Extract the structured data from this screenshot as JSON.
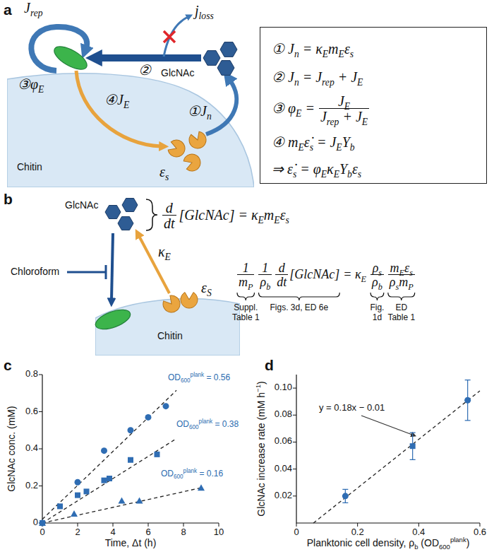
{
  "diagram": {
    "nodes": [
      {
        "text": [
          "Chitin"
        ]
      },
      {
        "text": [
          "① Jn = κEmEεs",
          "② Jn = Jrep + JE",
          "③ φE =",
          "JE",
          "Jrep + JE",
          "④ mEε̇s = JEYb",
          "⇒ ε̇s = φEκEYbεs"
        ]
      },
      {
        "text": [
          "Chitin"
        ]
      }
    ],
    "labels": [
      "a",
      "Jrep",
      "jloss",
      "②",
      "GlcNAc",
      "③φE",
      "④JE",
      "①Jn",
      "εs",
      "b",
      "GlcNAc",
      "Chloroform",
      "κE",
      "εS",
      "d",
      "dt",
      "[GlcNAc] = κEmEεs",
      "1",
      "mP",
      "1",
      "ρb",
      "d",
      "dt",
      "[GlcNAc]",
      "= κE",
      "ρs",
      "ρb",
      "mEεs",
      "ρsmP",
      "Suppl. Table 1",
      "Figs. 3d, ED 6e",
      "Fig. 1d",
      "ED Table 1",
      "c",
      "0",
      "0.2",
      "0.4",
      "0.6",
      "0.8",
      "0",
      "2",
      "4",
      "6",
      "8",
      "10",
      "GlcNAc conc. (mM)",
      "Time, Δt (h)",
      "OD600plank = 0.56",
      "OD600plank = 0.38",
      "OD600plank = 0.16",
      "d",
      "y = 0.18x − 0.01",
      "0.02",
      "0.04",
      "0.06",
      "0.08",
      "0.10",
      "0",
      "0.2",
      "0.4",
      "0.6",
      "GlcNAc increase rate (mM h−1)",
      "Planktonic cell density, ρb (OD600plank)"
    ]
  }
}
